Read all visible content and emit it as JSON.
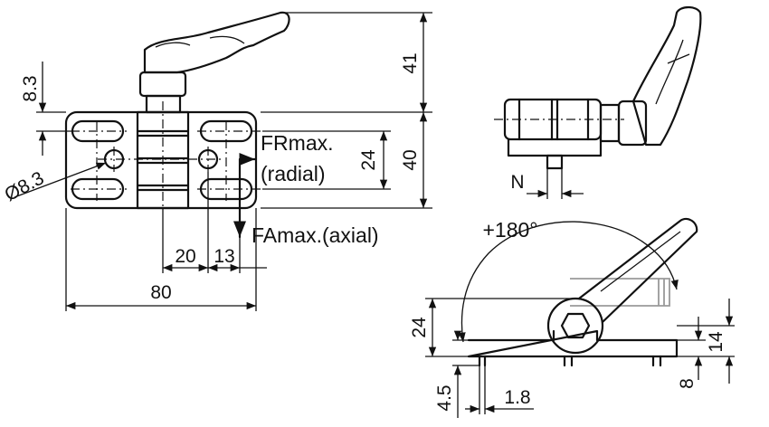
{
  "dims": {
    "d8_3": "8.3",
    "dia8_3": "Ø8.3",
    "d41": "41",
    "d40": "40",
    "d24_front": "24",
    "d20": "20",
    "d13": "13",
    "d80": "80",
    "dN": "N",
    "d180": "+180°",
    "d24_side": "24",
    "d14": "14",
    "d8": "8",
    "d4_5": "4.5",
    "d1_8": "1.8"
  },
  "forces": {
    "fr_line1": "FRmax.",
    "fr_line2": "(radial)",
    "fa": "FAmax.(axial)"
  }
}
